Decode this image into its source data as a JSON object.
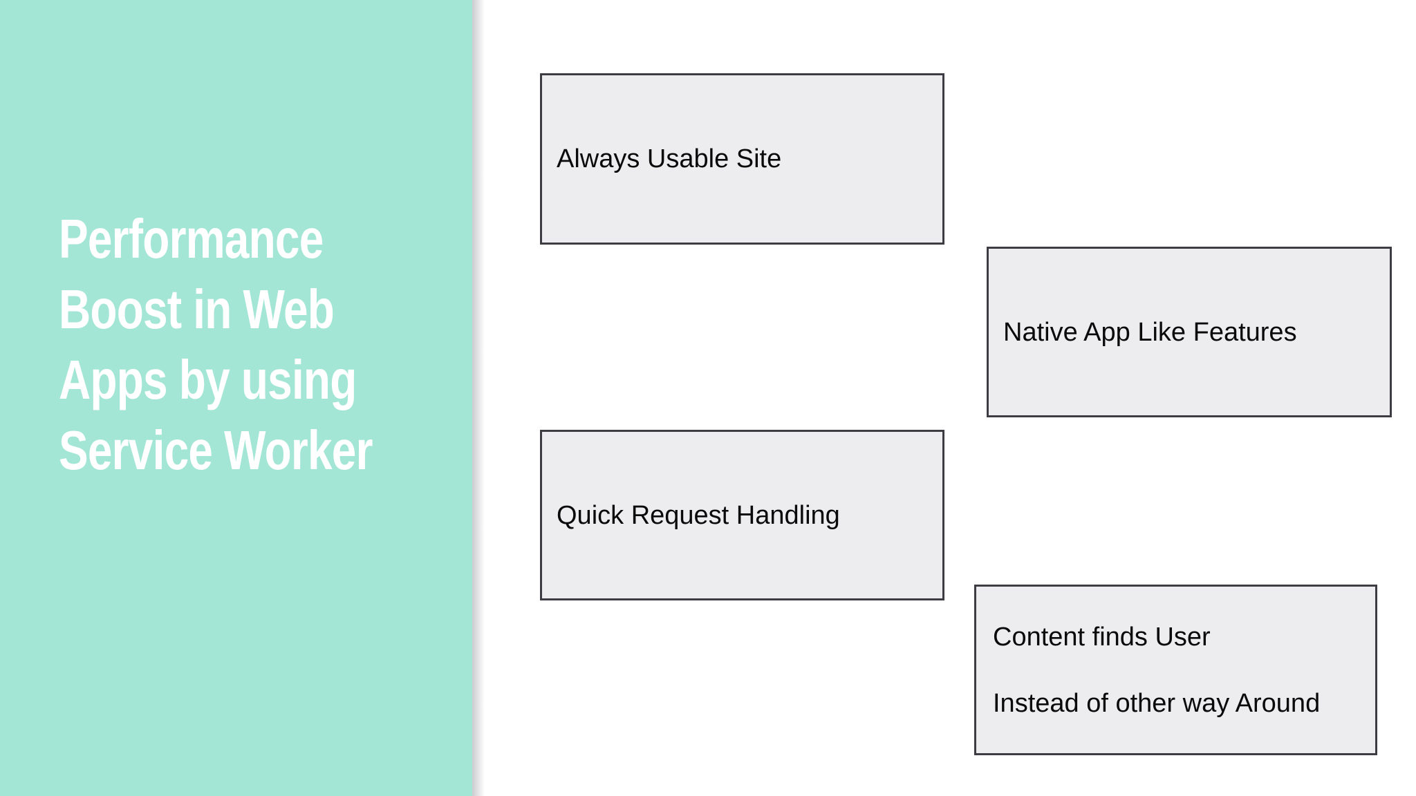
{
  "slide": {
    "sidebar": {
      "title_lines": [
        "Performance",
        "Boost in Web",
        "Apps by using",
        "Service Worker"
      ]
    },
    "boxes": [
      {
        "name": "always-usable-site",
        "lines": [
          "Always Usable Site"
        ]
      },
      {
        "name": "native-app-like-features",
        "lines": [
          "Native App Like Features"
        ]
      },
      {
        "name": "quick-request-handling",
        "lines": [
          "Quick Request Handling"
        ]
      },
      {
        "name": "content-finds-user",
        "lines": [
          "Content finds User",
          "Instead of other way Around"
        ]
      }
    ],
    "colors": {
      "sidebar_background": "#A3E6D6",
      "title_text": "#FFFFFF",
      "canvas_background": "#FFFFFF",
      "box_fill": "#EDECEE",
      "box_border": "#3C3C42",
      "box_text": "#0A0A0A"
    }
  }
}
